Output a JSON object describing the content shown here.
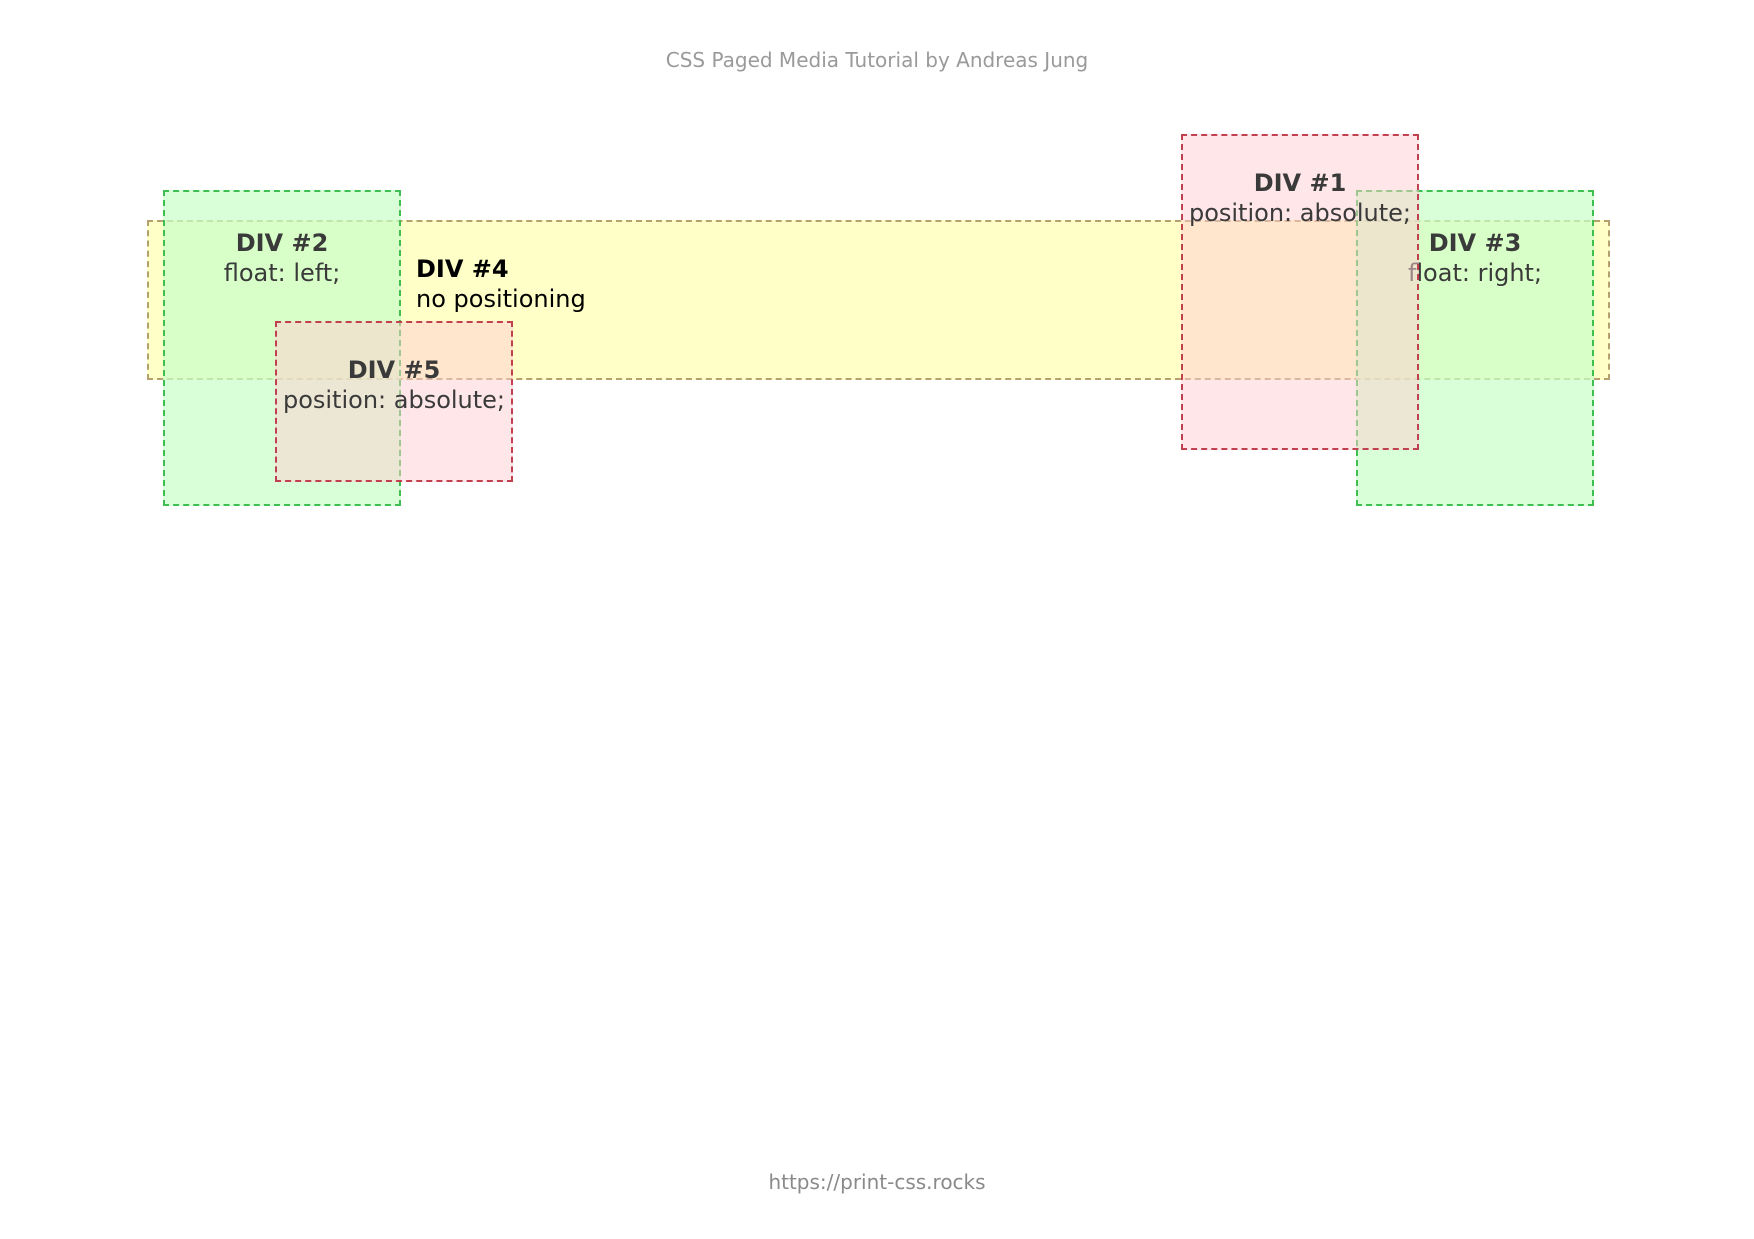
{
  "page": {
    "header": "CSS Paged Media Tutorial by Andreas Jung",
    "footer": "https://print-css.rocks"
  },
  "boxes": {
    "div1": {
      "title": "DIV #1",
      "text": "position: absolute;"
    },
    "div2": {
      "title": "DIV #2",
      "text": "float: left;"
    },
    "div3": {
      "title": "DIV #3",
      "text": "float: right;"
    },
    "div4": {
      "title": "DIV #4",
      "text": "no positioning"
    },
    "div5": {
      "title": "DIV #5",
      "text": "position: absolute;"
    }
  },
  "colors": {
    "yellow_fill": "#ffffc0",
    "green_fill": "#d5fdd5",
    "green_border": "#3fbf4f",
    "red_fill": "#ffe3e6",
    "red_border": "#c04050"
  }
}
